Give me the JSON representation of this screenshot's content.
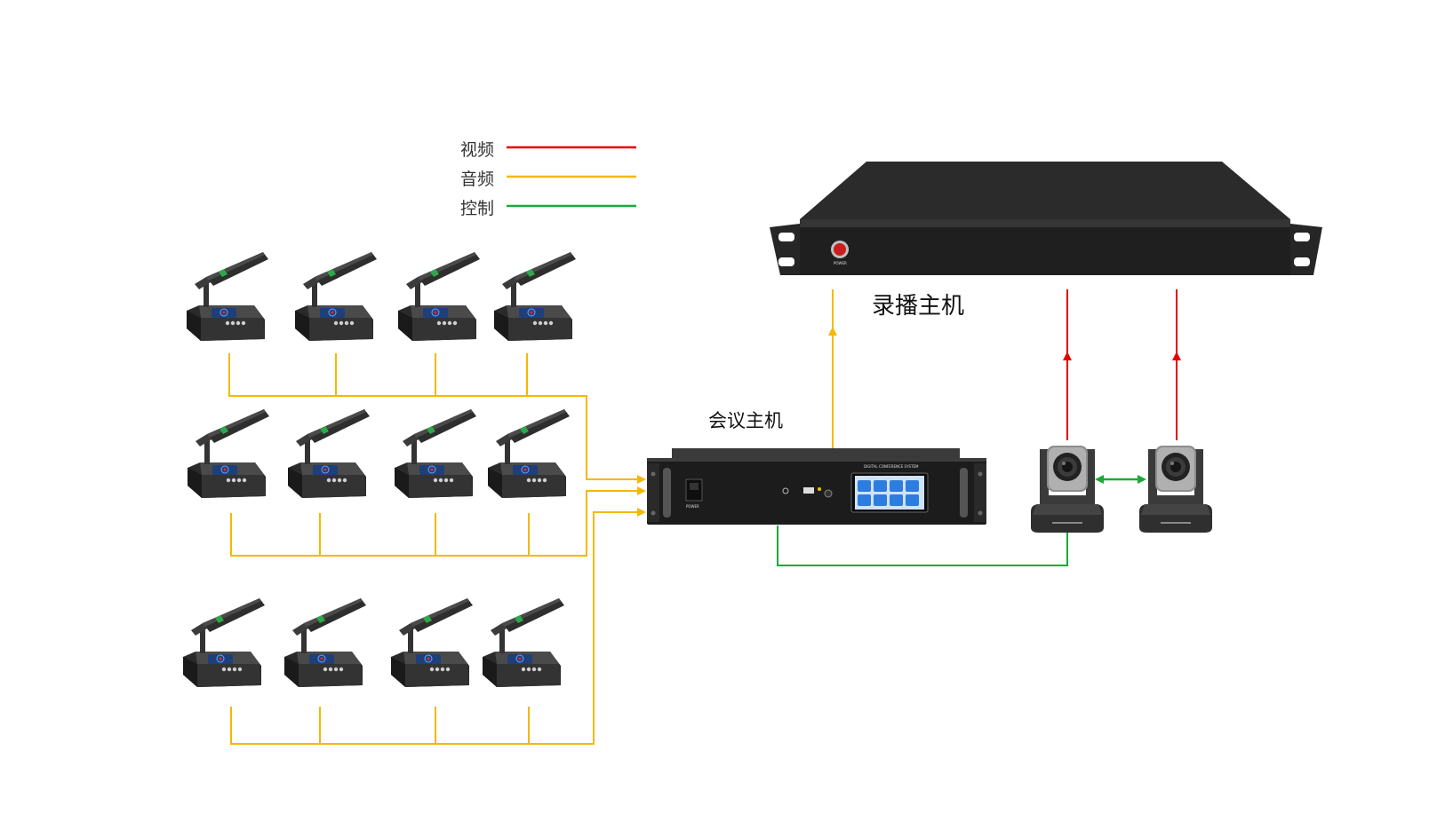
{
  "legend": {
    "video": {
      "label": "视频",
      "color": "#e60000"
    },
    "audio": {
      "label": "音频",
      "color": "#f5b800"
    },
    "control": {
      "label": "控制",
      "color": "#1aaa3a"
    }
  },
  "devices": {
    "conference_host": {
      "label": "会议主机",
      "panel_text": "DIGITAL CONFERENCE SYSTEM",
      "power_text": "POWER"
    },
    "recording_host": {
      "label": "录播主机",
      "power_text": "POWER"
    }
  },
  "colors": {
    "audio": "#f5b800",
    "video": "#e60000",
    "control": "#1aaa3a",
    "device_body": "#2b2b2b",
    "device_front": "#1c1c1c"
  },
  "icons": [
    "microphone-unit-icon",
    "conference-host-icon",
    "recording-host-icon",
    "ptz-camera-icon"
  ]
}
